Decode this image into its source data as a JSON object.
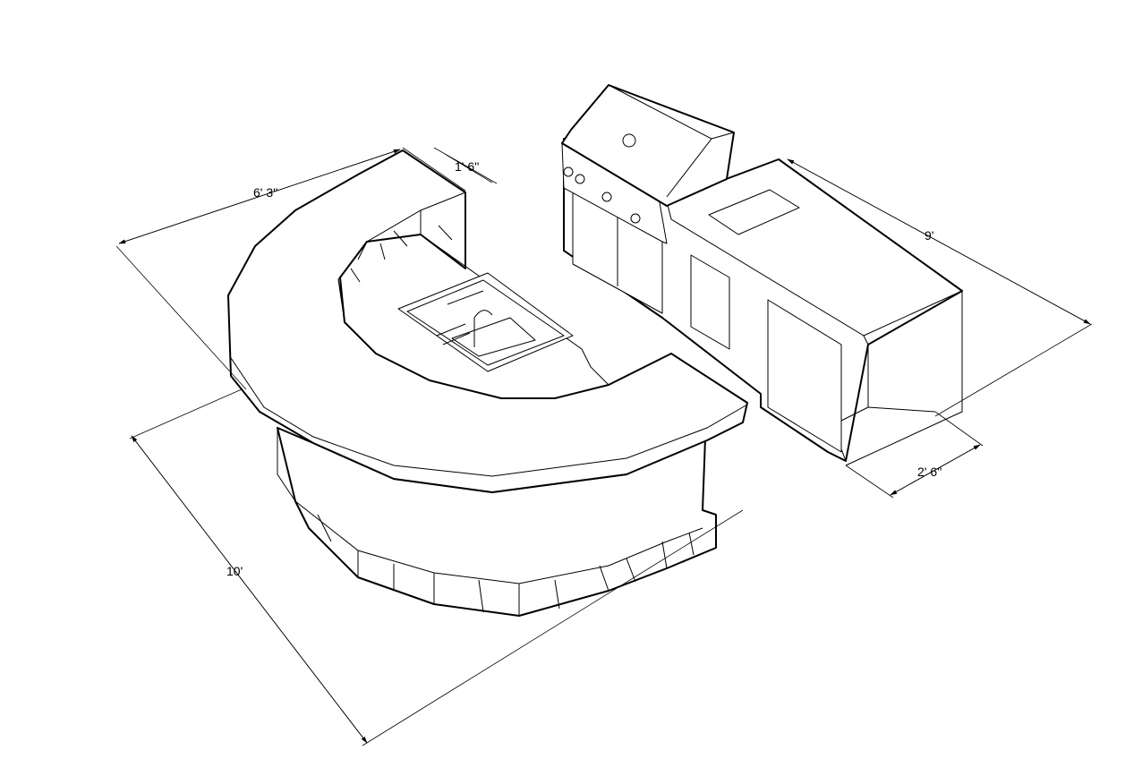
{
  "title": "Outdoor kitchen island plan",
  "dimensions": {
    "bar_depth": "6' 3''",
    "bar_width": "1' 6''",
    "counter_length": "9'",
    "counter_depth": "2' 6''",
    "overall_length": "10'"
  },
  "colors": {
    "line": "#000000",
    "background": "#ffffff"
  }
}
